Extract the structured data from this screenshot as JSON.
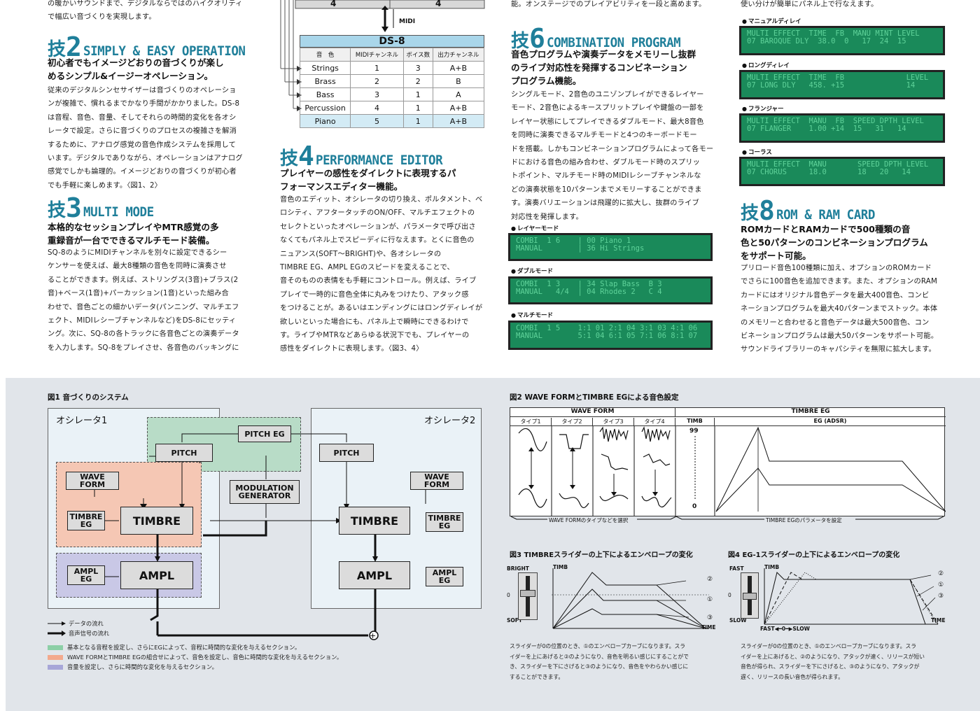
{
  "col1": {
    "intro_line1": "の暖かいサウンドまで、デジタルならではのハイクオリティ",
    "intro_line2": "で幅広い音づくりを実現します。",
    "sec2": {
      "kanji": "技",
      "num": "2",
      "title": "SIMPLY & EASY OPERATION",
      "lead": [
        "初心者でもイメージどおりの音づくりが楽し",
        "めるシンプル&イージーオペレーション。"
      ],
      "body": [
        "従来のデジタルシンセサイザーは音づくりのオペレーショ",
        "ンが複雑で、慣れるまでかなり手間がかかりました。DS-8",
        "は音程、音色、音量、そしてそれらの時間的変化を各オシ",
        "レータで設定。さらに音づくりのプロセスの複雑さを解消",
        "するために、アナログ感覚の音色作成システムを採用して",
        "います。デジタルでありながら、オペレーションはアナログ",
        "感覚でしかも論理的。イメージどおりの音づくりが初心者",
        "でも手軽に楽しめます。〈図1、2〉"
      ]
    },
    "sec3": {
      "kanji": "技",
      "num": "3",
      "title": "MULTI MODE",
      "lead": [
        "本格的なセッションプレイやMTR感覚の多",
        "重録音が一台でできるマルチモード装備。"
      ],
      "body": [
        "SQ-8のようにMIDIチャンネルを別々に設定できるシー",
        "ケンサーを使えば、最大8種類の音色を同時に演奏させ",
        "ることができます。例えば、ストリングス(3音)+ブラス(2",
        "音)+ベース(1音)+パーカッション(1音)といった組み合",
        "わせで、音色ごとの細かいデータ(パンニング、マルチエフ",
        "ェクト、MIDIレシーブチャンネルなど)をDS-8にセッティ",
        "ング。次に、SQ-8の各トラックに各音色ごとの演奏データ",
        "を入力します。SQ-8をプレイさせ、各音色のバッキングに"
      ]
    }
  },
  "col2": {
    "top_cells": [
      "4",
      "4"
    ],
    "midi_label": "MIDI",
    "ds_title": "DS-8",
    "table": {
      "headers": [
        "音　色",
        "MIDIチャンネル",
        "ボイス数",
        "出力チャンネル"
      ],
      "rows": [
        [
          "Strings",
          "1",
          "3",
          "A+B"
        ],
        [
          "Brass",
          "2",
          "2",
          "B"
        ],
        [
          "Bass",
          "3",
          "1",
          "A"
        ],
        [
          "Percussion",
          "4",
          "1",
          "A+B"
        ],
        [
          "Piano",
          "5",
          "1",
          "A+B"
        ]
      ]
    },
    "sec4": {
      "kanji": "技",
      "num": "4",
      "title": "PERFORMANCE EDITOR",
      "lead": [
        "プレイヤーの感性をダイレクトに表現するパ",
        "フォーマンスエディター機能。"
      ],
      "body": [
        "音色のエディット、オシレータの切り換え、ポルタメント、ベ",
        "ロシティ、アフタータッチのON/OFF、マルチエフェクトの",
        "セレクトといったオペレーションが、パラメータで呼び出さ",
        "なくてもパネル上でスピーディに行なえます。とくに音色の",
        "ニュアンス(SOFT〜BRIGHT)や、各オシレータの",
        "TIMBRE EG、AMPL EGのスピードを変えることで、",
        "音そのものの表情をも手軽にコントロール。例えば、ライブ",
        "プレイで一時的に音色全体に丸みをつけたり、アタック感",
        "をつけることが。あるいはエンディングにはロングディレイが",
        "欲しいといった場合にも、パネル上で瞬時にできるわけで",
        "す。ライブやMTRなどあらゆる状況下でも、プレイヤーの",
        "感性をダイレクトに表現します。〈図3、4〉"
      ]
    }
  },
  "col3": {
    "intro": "能。オンステージでのプレイアビリティを一段と高めます。",
    "sec6": {
      "kanji": "技",
      "num": "6",
      "title": "COMBINATION PROGRAM",
      "lead": [
        "音色プログラムや演奏データをメモリーし抜群",
        "のライブ対応性を発揮するコンビネーション",
        "プログラム機能。"
      ],
      "body": [
        "シングルモード、2音色のユニゾンプレイができるレイヤー",
        "モード、2音色によるキースプリットプレイや鍵盤の一部を",
        "レイヤー状態にしてプレイできるダブルモード、最大8音色",
        "を同時に演奏できるマルチモードと4つのキーボードモー",
        "ドを搭載。しかもコンビネーションプログラムによって各モー",
        "ドにおける音色の組み合わせ、ダブルモード時のスプリッ",
        "トポイント、マルチモード時のMIDIレシーブチャンネルな",
        "どの演奏状態を10パターンまでメモリーすることができま",
        "す。演奏バリエーションは飛躍的に拡大し、抜群のライブ",
        "対応性を発揮します。"
      ]
    },
    "lcds": [
      {
        "label": "レイヤーモード",
        "line1": "COMBI  1 6    | 00 Piano 1",
        "line2": "MANUAL        | 36 Hi Strings"
      },
      {
        "label": "ダブルモード",
        "line1": "COMBI  1 3    | 34 Slap Bass  B 3",
        "line2": "MANUAL   4/4  | 04 Rhodes 2   C 4"
      },
      {
        "label": "マルチモード",
        "line1": "COMBI  1 5    1:1 01 2:1 04 3:1 03 4:1 06",
        "line2": "MANUAL        5:1 04 6:1 05 7:1 06 8:1 07"
      }
    ]
  },
  "col4": {
    "intro": "使い分けが簡単にパネル上で行なえます。",
    "lcds": [
      {
        "label": "マニュアルディレイ",
        "line1": "MULTI EFFECT  TIME  FB  MANU MINT LEVEL",
        "line2": "07 BAROQUE DLY  38.0  0   17  24  15"
      },
      {
        "label": "ロングディレイ",
        "line1": "MULTI EFFECT  TIME  FB              LEVEL",
        "line2": "07 LONG DLY   458. +15              14"
      },
      {
        "label": "フランジャー",
        "line1": "MULTI EFFECT  MANU  FB  SPEED DPTH LEVEL",
        "line2": "07 FLANGER    1.00 +14  15   31   14"
      },
      {
        "label": "コーラス",
        "line1": "MULTI EFFECT  MANU       SPEED DPTH LEVEL",
        "line2": "07 CHORUS     18.0       18   20   14"
      }
    ],
    "sec8": {
      "kanji": "技",
      "num": "8",
      "title": "ROM & RAM CARD",
      "lead": [
        "ROMカードとRAMカードで500種類の音",
        "色と50パターンのコンビネーションプログラム",
        "をサポート可能。"
      ],
      "body": [
        "プリロード音色100種類に加え、オプションのROMカード",
        "でさらに100音色を追加できます。また、オプションのRAM",
        "カードにはオリジナル音色データを最大400音色、コンビ",
        "ネーションプログラムを最大40パターンまでストック。本体",
        "のメモリーと合わせると音色データは最大500音色、コン",
        "ビネーションプログラムは最大50パターンをサポート可能。",
        "サウンドライブラリーのキャパシティを無限に拡大します。"
      ]
    }
  },
  "fig1": {
    "caption": "図1 音づくりのシステム",
    "osc1": "オシレータ1",
    "osc2": "オシレータ2",
    "boxes": {
      "pitch_eg": "PITCH EG",
      "pitch": "PITCH",
      "mod_gen": "MODULATION GENERATOR",
      "wave_form": "WAVE FORM",
      "timbre": "TIMBRE",
      "timbre_eg": "TIMBRE EG",
      "ampl": "AMPL",
      "ampl_eg": "AMPL EG"
    },
    "legend_data": "データの流れ",
    "legend_audio": "音声信号の流れ",
    "legend_green": "基本となる音程を設定し、さらにEGによって、音程に時間的な変化を与えるセクション。",
    "legend_red": "WAVE FORMとTIMBRE EGの組合せによって、音色を設定し、音色に時間的な変化を与えるセクション。",
    "legend_blue": "音量を設定し、さらに時間的な変化を与えるセクション。",
    "colors": {
      "green": "#b8dcc7",
      "red": "#f5c7b4",
      "blue": "#c9c8e6",
      "osc": "#eaf2f7"
    }
  },
  "fig2": {
    "caption": "図2 WAVE FORMとTIMBRE EGによる音色設定",
    "wave_header": "WAVE FORM",
    "timbre_header": "TIMBRE EG",
    "types": [
      "タイプ1",
      "タイプ2",
      "タイプ3",
      "タイプ4"
    ],
    "timb_label": "TIMB",
    "adsr_label": "EG (ADSR)",
    "timb_top": "99",
    "timb_bottom": "0",
    "foot_left": "WAVE FORMのタイプなどを選択",
    "foot_right": "TIMBRE EGのパラメータを設定"
  },
  "fig3": {
    "caption": "図3 TIMBREスライダーの上下によるエンベロープの変化",
    "bright": "BRIGHT",
    "soft": "SOFT",
    "zero": "0",
    "timb": "TIMB",
    "time": "TIME",
    "curves": [
      "②",
      "①",
      "③"
    ],
    "desc": [
      "スライダーが0の位置のとき、①のエンベロープカーブになります。スラ",
      "イダーを上にあげると②のようになり、音色を明るい感じにすることがで",
      "き、スライダーを下にさげると③のようになり、音色をやわらかい感じに",
      "することができます。"
    ]
  },
  "fig4": {
    "caption": "図4 EG-1スライダーの上下によるエンベロープの変化",
    "fast": "FAST",
    "slow": "SLOW",
    "zero": "0",
    "timb": "TIMB",
    "time": "TIME",
    "fast_slow": "FAST◀━0━▶SLOW",
    "curves": [
      "②",
      "①",
      "③"
    ],
    "desc": [
      "スライダーが0の位置のとき、①のエンベロープカーブになります。スラ",
      "イダーを上にあげると、②のようになり、アタックが速く、リリースが短い",
      "音色が得られ、スライダーを下にさげると、③のようになり、アタックが",
      "遅く、リリースの長い音色が得られます。"
    ]
  }
}
